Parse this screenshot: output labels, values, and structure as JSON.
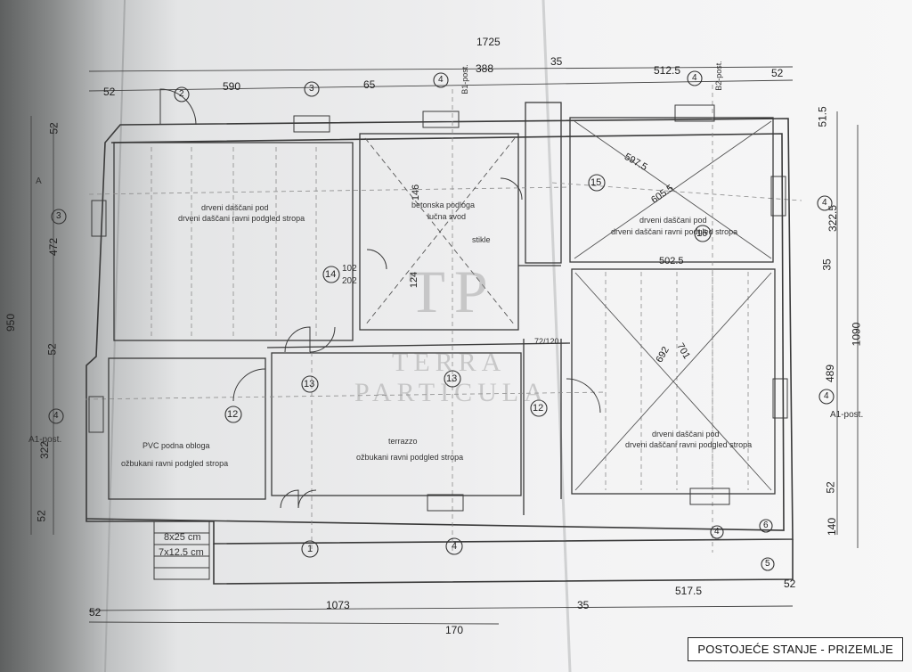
{
  "caption": "POSTOJEĆE STANJE - PRIZEMLJE",
  "watermark": {
    "logo": "TP",
    "line1": "TERRA",
    "line2": "PARTICULA"
  },
  "dimensions": {
    "top_total": "1725",
    "top_w1": "52",
    "top_w2": "590",
    "top_w3": "65",
    "top_w4": "388",
    "top_w5": "35",
    "top_w6": "512.5",
    "top_w7": "52",
    "bottom_left": "52",
    "bottom_main": "1073",
    "bottom_gap": "35",
    "bottom_right": "517.5",
    "bottom_right_end": "52",
    "bottom_total": "170",
    "left_total": "950",
    "left_a": "52",
    "left_b": "472",
    "left_c": "52",
    "left_d": "322",
    "left_e": "52",
    "right_total": "1090",
    "right_a": "51.5",
    "right_b": "322.5",
    "right_c": "35",
    "right_d": "489",
    "right_e": "52",
    "right_f": "140",
    "room_d1": "597.5",
    "room_d2": "605.5",
    "room_d3": "502.5",
    "room_d4": "692",
    "room_d5": "701",
    "hall_d1": "146",
    "hall_d2": "124"
  },
  "markers": {
    "m1": "1",
    "m2": "2",
    "m3": "3",
    "m4": "4",
    "m5": "5",
    "m6": "6",
    "m12": "12",
    "m13": "13",
    "m14": "14",
    "m15": "15",
    "m16": "16"
  },
  "labels": {
    "axis_a": "A",
    "axis_a1_left": "A1-post.",
    "axis_a1_right": "A1-post.",
    "axis_b1": "B1-post.",
    "axis_b2": "B2-post.",
    "stairs_1": "8x25 cm",
    "stairs_2": "7x12.5 cm",
    "door_1": "102",
    "door_2": "202",
    "door_3": "72/120",
    "room1_a": "drveni daščani pod",
    "room1_b": "drveni daščani ravni podgled stropa",
    "room2_a": "PVC podna obloga",
    "room2_b": "ožbukani ravni podgled stropa",
    "room3_a": "terrazzo",
    "room3_b": "ožbukani ravni podgled stropa",
    "room4_a": "drveni daščani pod",
    "room4_b": "drveni daščani ravni podgled stropa",
    "room5_a": "drveni daščani pod",
    "room5_b": "drveni daščani ravni podgled stropa",
    "hall_a": "betonska podloga",
    "hall_b": "lučna svod",
    "hall_c": "stikle"
  }
}
